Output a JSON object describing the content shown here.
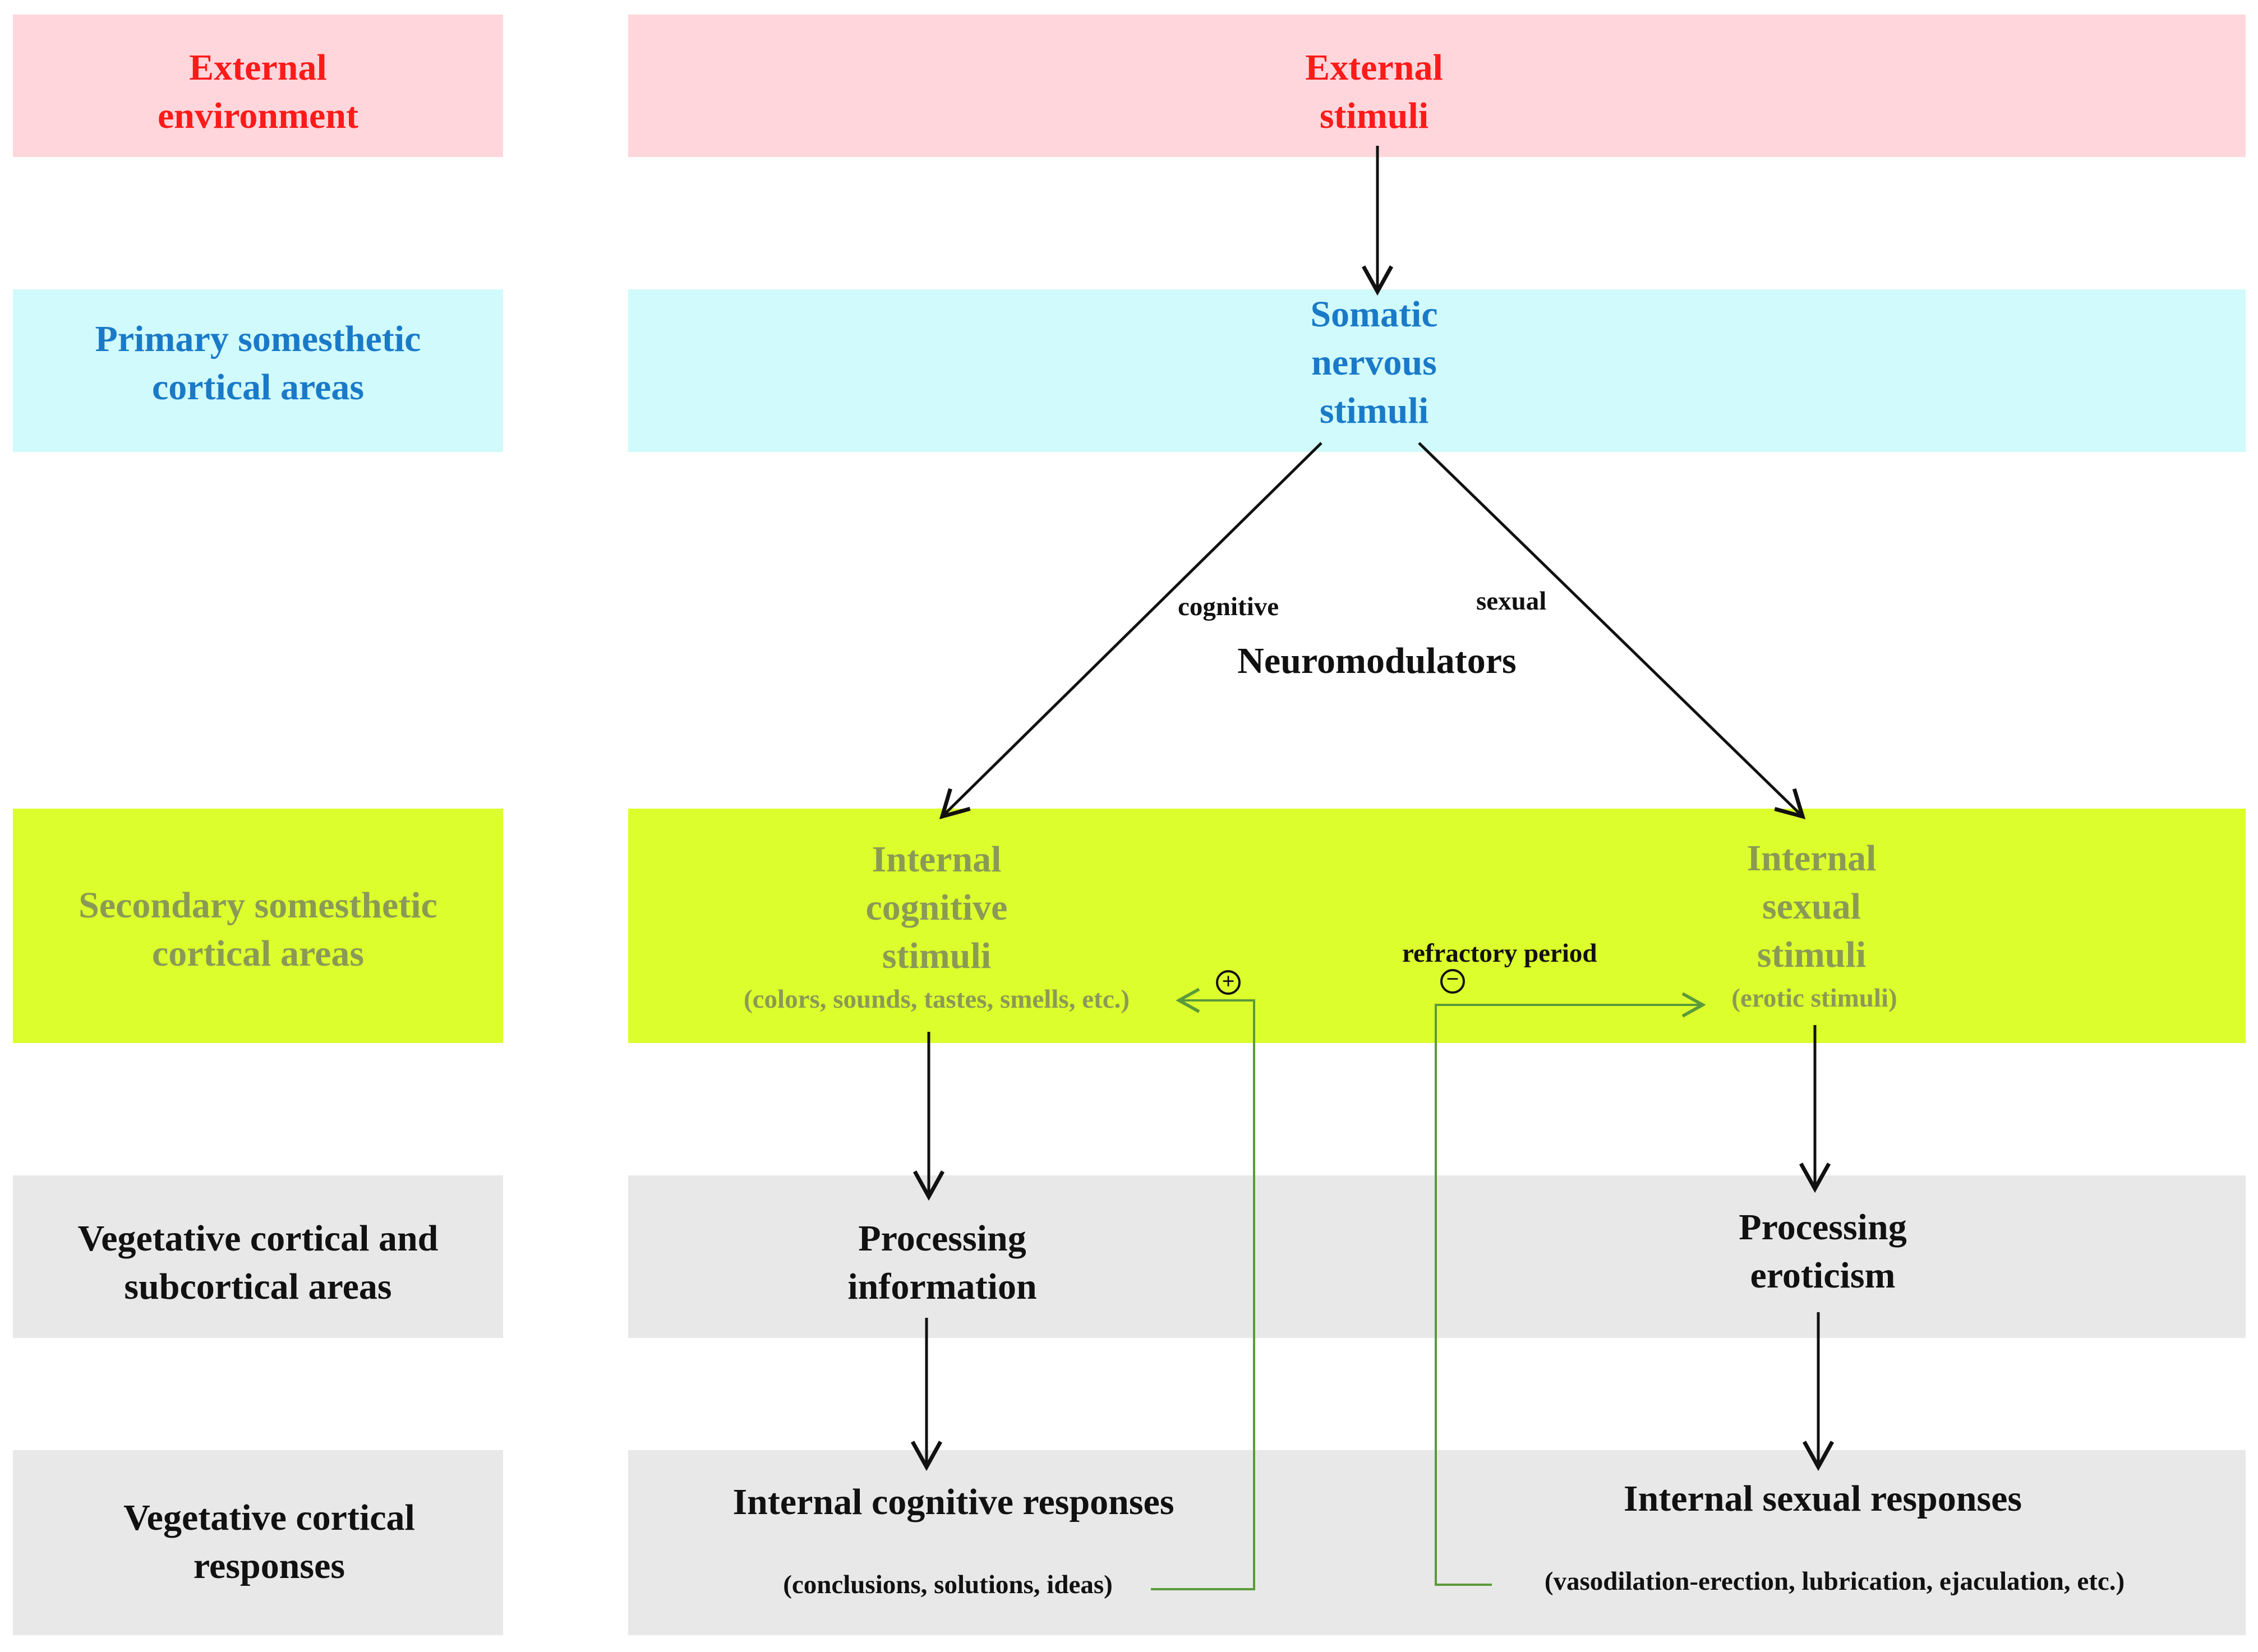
{
  "left_column": {
    "external_environment": [
      "External",
      "environment"
    ],
    "primary_areas": [
      "Primary somesthetic",
      "cortical areas"
    ],
    "secondary_areas": [
      "Secondary somesthetic",
      "cortical areas"
    ],
    "vegetative_areas": [
      "Vegetative cortical and",
      "subcortical areas"
    ],
    "vegetative_responses": [
      "Vegetative cortical",
      "responses"
    ]
  },
  "nodes": {
    "external_stimuli": [
      "External",
      "stimuli"
    ],
    "somatic_stimuli": [
      "Somatic",
      "nervous",
      "stimuli"
    ],
    "neuromodulators": "Neuromodulators",
    "branch_cognitive": "cognitive",
    "branch_sexual": "sexual",
    "internal_cognitive": [
      "Internal",
      "cognitive",
      "stimuli"
    ],
    "internal_cognitive_examples": "(colors, sounds, tastes, smells, etc.)",
    "internal_sexual": [
      "Internal",
      "sexual",
      "stimuli"
    ],
    "internal_sexual_examples": "(erotic stimuli)",
    "refractory_period": "refractory period",
    "plus_sign": "+",
    "minus_sign": "−",
    "processing_information": [
      "Processing",
      "information"
    ],
    "processing_eroticism": [
      "Processing",
      "eroticism"
    ],
    "cognitive_responses": "Internal cognitive responses",
    "cognitive_responses_examples": "(conclusions, solutions, ideas)",
    "sexual_responses": "Internal sexual responses",
    "sexual_responses_examples": "(vasodilation-erection, lubrication, ejaculation, etc.)"
  },
  "colors": {
    "external": "#ffd6dc",
    "primary": "#d0fafc",
    "secondary": "#dcfe2c",
    "vegetative": "#e8e8e8",
    "feedback_line": "#5a9a3a"
  }
}
